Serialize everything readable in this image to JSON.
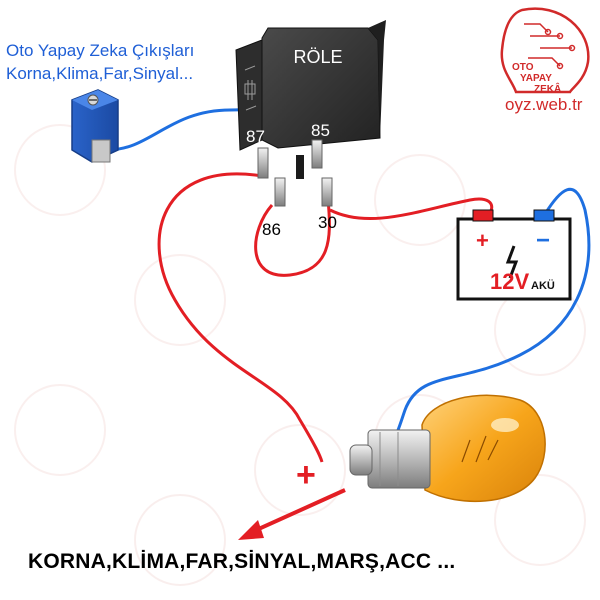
{
  "header": {
    "line1": "Oto Yapay Zeka Çıkışları",
    "line2": "Korna,Klima,Far,Sinyal..."
  },
  "logo": {
    "text1": "OTO",
    "text2": "YAPAY",
    "text3": "ZEKÂ",
    "url": "oyz.web.tr",
    "icon": "ai-head-circuit-icon"
  },
  "relay": {
    "title": "RÖLE",
    "pins": {
      "p87": "87",
      "p85": "85",
      "p86": "86",
      "p30": "30"
    }
  },
  "battery": {
    "plus": "+",
    "minus": "−",
    "voltage": "12V",
    "label": "AKÜ"
  },
  "load": {
    "plus": "+"
  },
  "footer": {
    "text": "KORNA,KLİMA,FAR,SİNYAL,MARŞ,ACC ..."
  },
  "colors": {
    "wire_positive": "#e31e24",
    "wire_signal": "#1e6fe0",
    "caption_text": "#1f5fd6",
    "logo_red": "#d12a2a",
    "relay_body": "#3a3a3a",
    "bulb_glass": "#f7a51b"
  }
}
